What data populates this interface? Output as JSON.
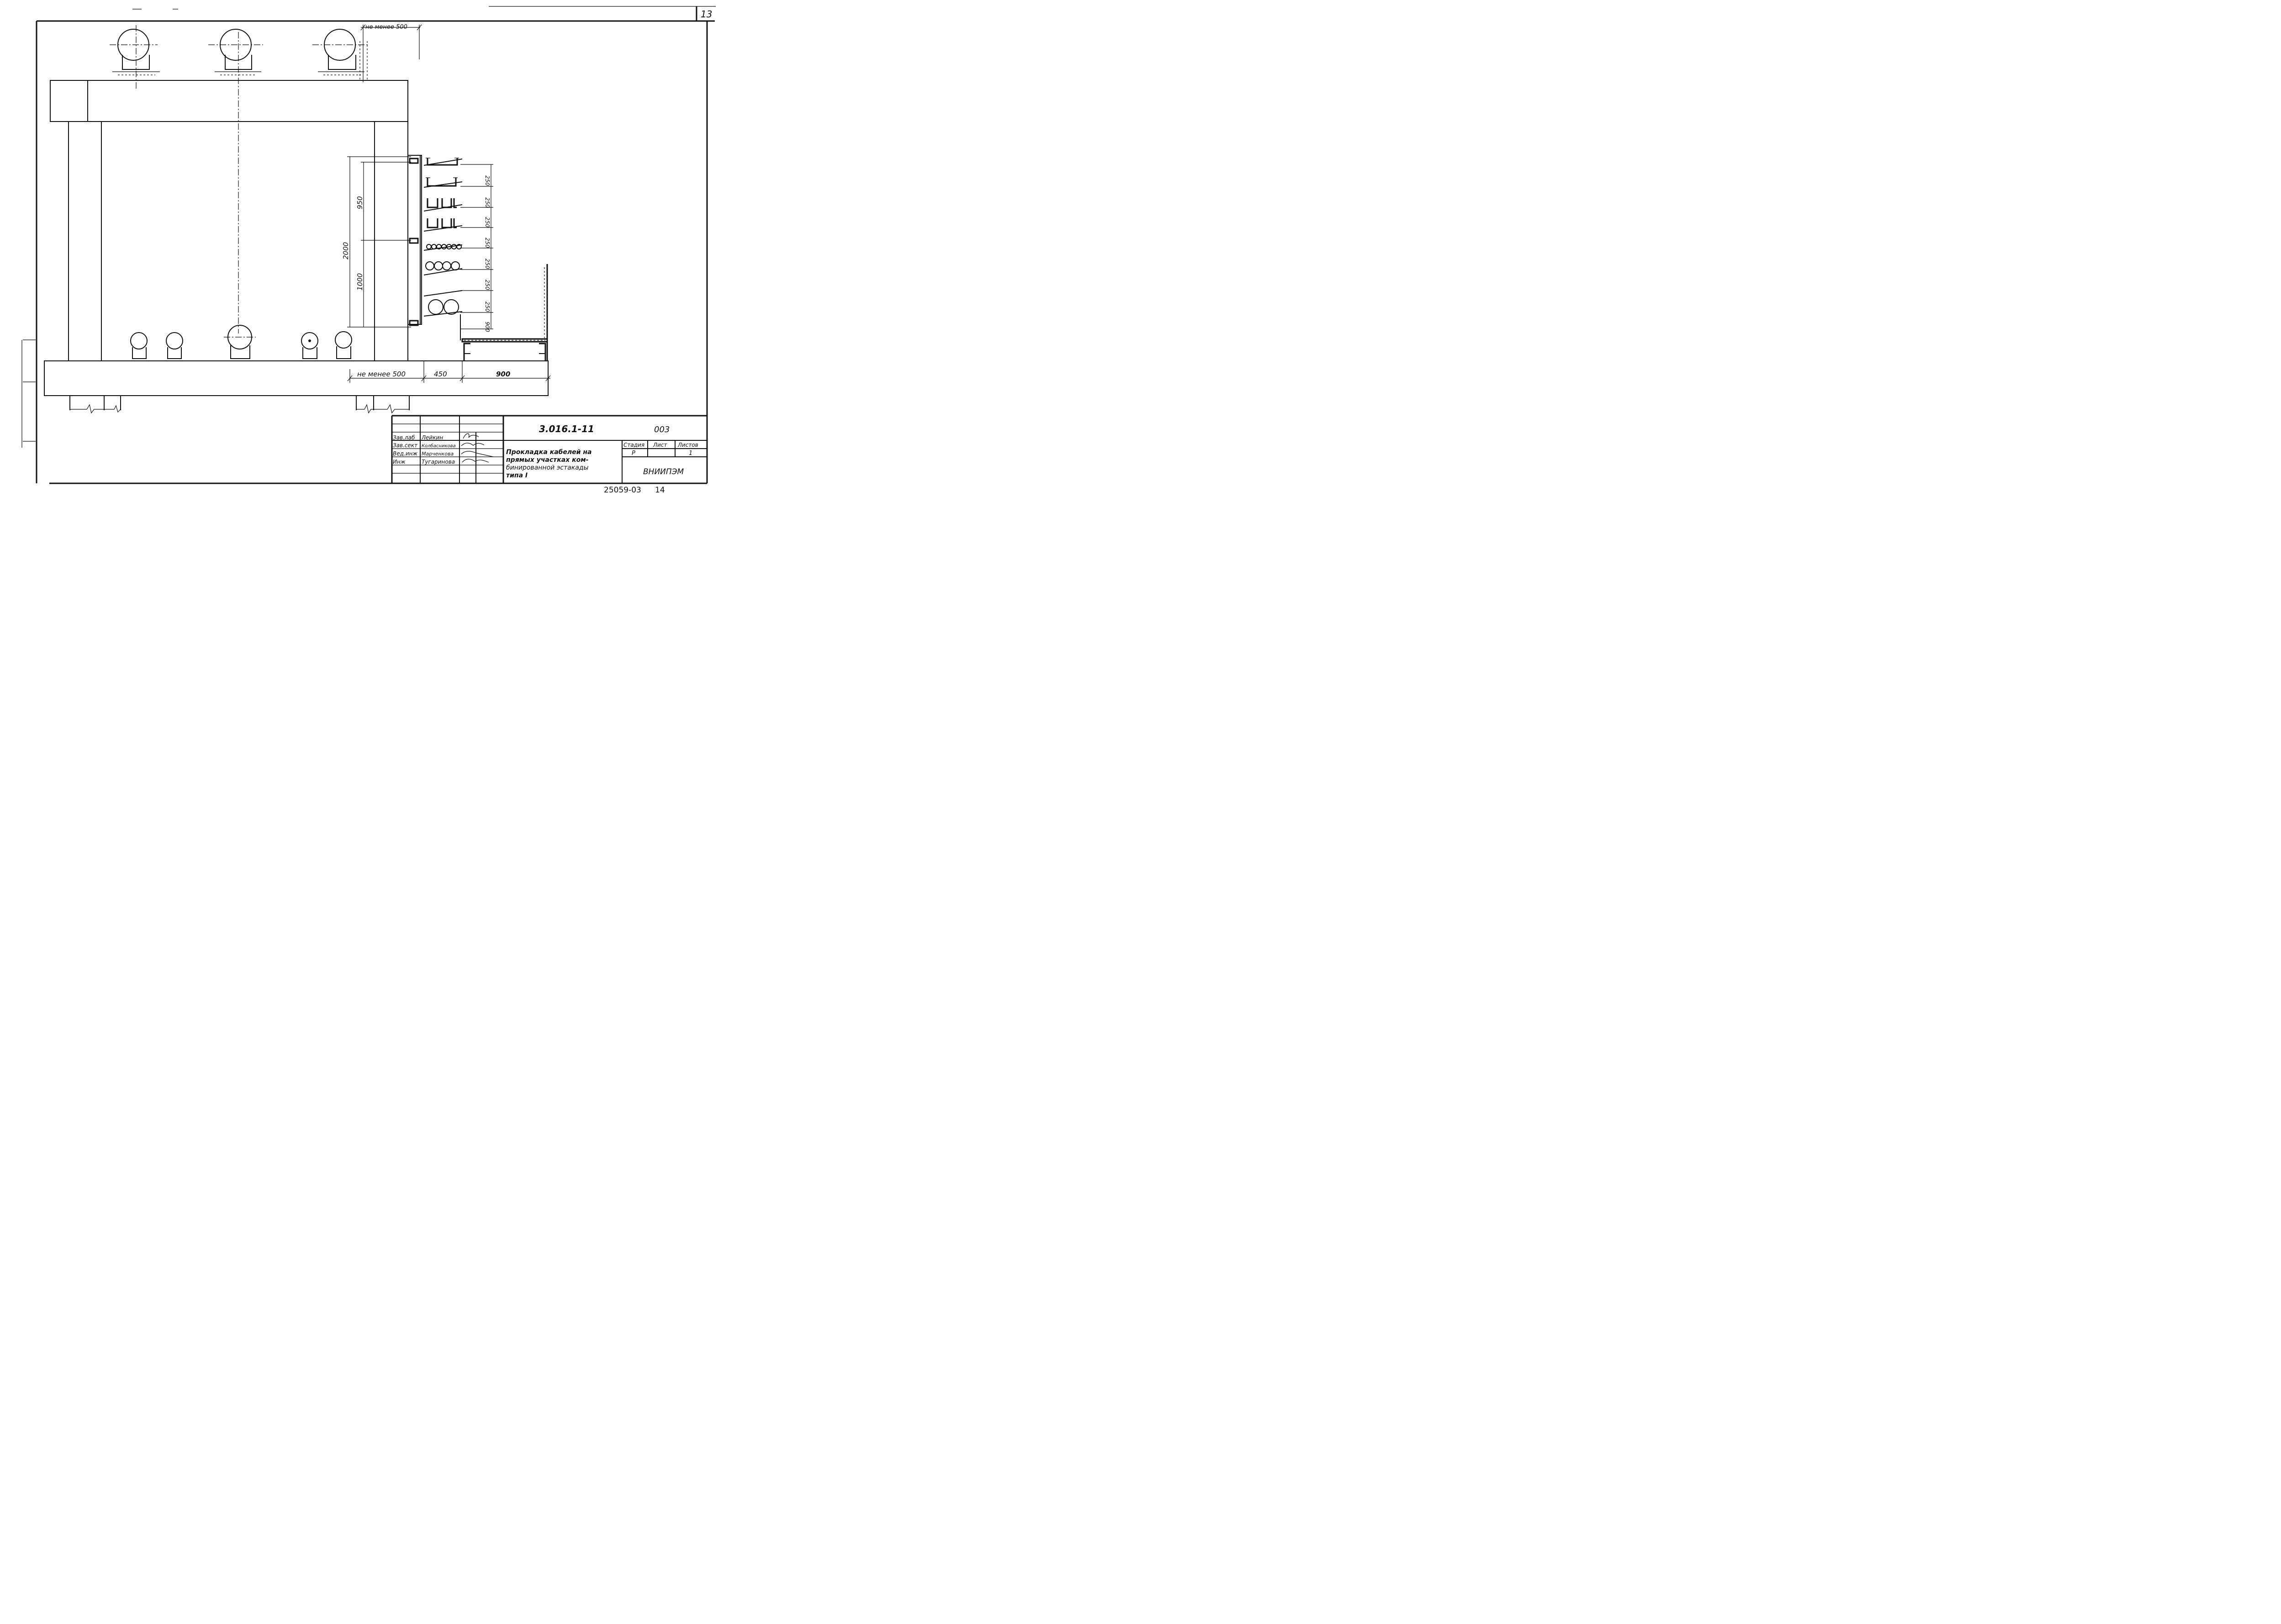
{
  "sheet": {
    "number": "13",
    "archive_number": "25059-03",
    "archive_page": "14"
  },
  "dimensions": {
    "clearance_top": "не менее 500",
    "clearance_bottom": "не менее 500",
    "width_shelf": "450",
    "width_tray": "900",
    "height_total": "2000",
    "height_upper": "950",
    "height_lower": "1000",
    "shelf_spacings": [
      "250",
      "250",
      "250",
      "250",
      "250",
      "250",
      "250",
      "900"
    ]
  },
  "title_block": {
    "designation": "3.016.1-11",
    "sheet_code": "003",
    "title": "Прокладка кабелей на прямых участках ком-бинированной эстакады типа I",
    "title_lines": [
      "Прокладка кабелей на",
      "прямых участках ком-",
      "бинированной эстакады",
      "типа I"
    ],
    "staff": [
      {
        "role": "Зав.лаб",
        "name": "Лейкин"
      },
      {
        "role": "Зав.сект",
        "name": "Колбасникова"
      },
      {
        "role": "Вед.инж",
        "name": "Марченкова"
      },
      {
        "role": "Инж",
        "name": "Тугаринова"
      }
    ],
    "stage_header": "Стадия",
    "sheet_header": "Лист",
    "sheets_header": "Листов",
    "stage": "Р",
    "sheet": "",
    "sheets": "1",
    "organization": "ВНИИПЭМ"
  }
}
